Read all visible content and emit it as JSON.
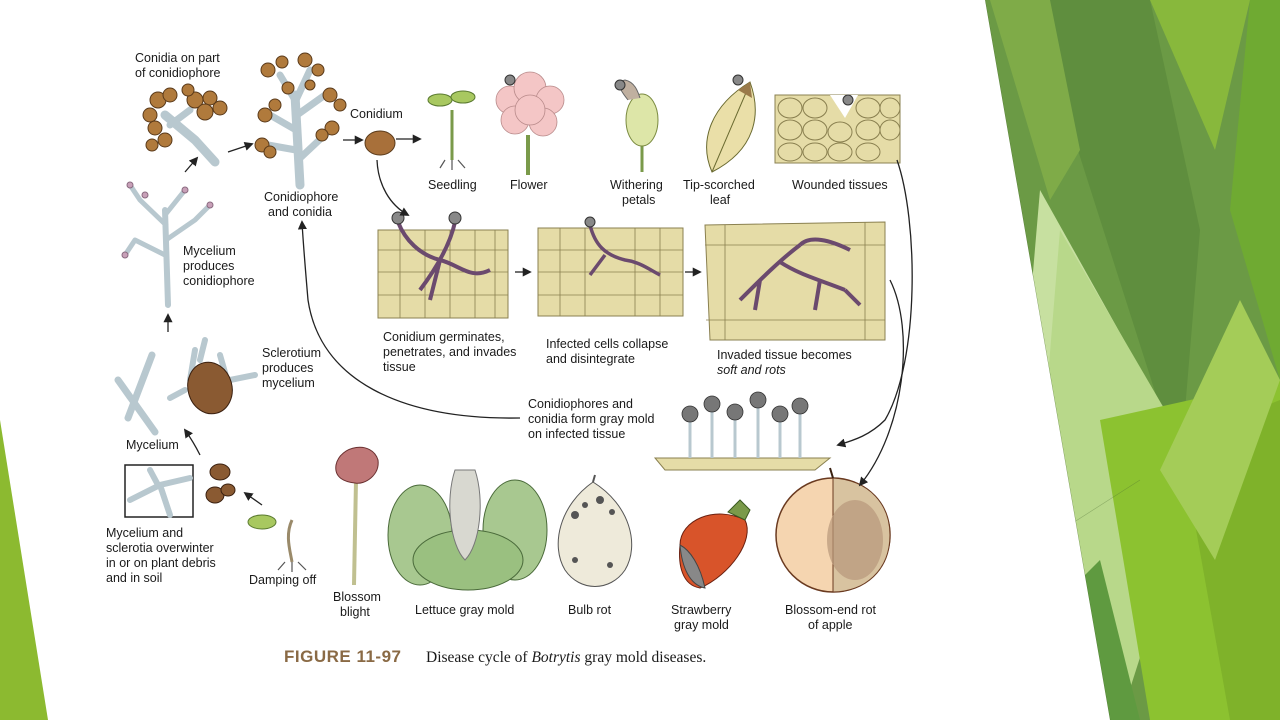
{
  "labels": {
    "conidia_on_part": [
      "Conidia on part",
      "of conidiophore"
    ],
    "conidium": "Conidium",
    "conidiophore_and_conidia": [
      "Conidiophore",
      "and conidia"
    ],
    "seedling": "Seedling",
    "flower": "Flower",
    "withering_petals": [
      "Withering",
      "petals"
    ],
    "tip_scorched_leaf": [
      "Tip-scorched",
      "leaf"
    ],
    "wounded_tissues": "Wounded tissues",
    "mycelium_produces": [
      "Mycelium",
      "produces",
      "conidiophore"
    ],
    "conidium_germinates": [
      "Conidium germinates,",
      "penetrates, and invades",
      "tissue"
    ],
    "infected_cells": [
      "Infected cells collapse",
      "and disintegrate"
    ],
    "invaded_tissue": [
      "Invaded tissue becomes",
      "soft and rots"
    ],
    "sclerotium_produces": [
      "Sclerotium",
      "produces",
      "mycelium"
    ],
    "gray_mold": [
      "Conidiophores and",
      "conidia form gray mold",
      "on infected tissue"
    ],
    "mycelium": "Mycelium",
    "overwinter": [
      "Mycelium and",
      "sclerotia overwinter",
      "in or on plant debris",
      "and in soil"
    ],
    "damping_off": "Damping off",
    "blossom_blight": [
      "Blossom",
      "blight"
    ],
    "lettuce_gray_mold": "Lettuce gray mold",
    "bulb_rot": "Bulb rot",
    "strawberry_gray_mold": [
      "Strawberry",
      "gray mold"
    ],
    "blossom_end_rot": [
      "Blossom-end rot",
      "of apple"
    ]
  },
  "caption": {
    "figure": "FIGURE 11-97",
    "text_before": "Disease cycle of ",
    "text_italic": "Botrytis",
    "text_after": " gray mold diseases."
  },
  "colors": {
    "dark_green": "#5f8e3e",
    "mid_green": "#7faf3a",
    "light_green": "#b8d88a",
    "bright_green": "#8cba30",
    "tissue": "#e5dca7",
    "mycelium_purple": "#6b4a6e",
    "conidia_brown": "#b07a3c",
    "caption_brown": "#8a6a45"
  }
}
